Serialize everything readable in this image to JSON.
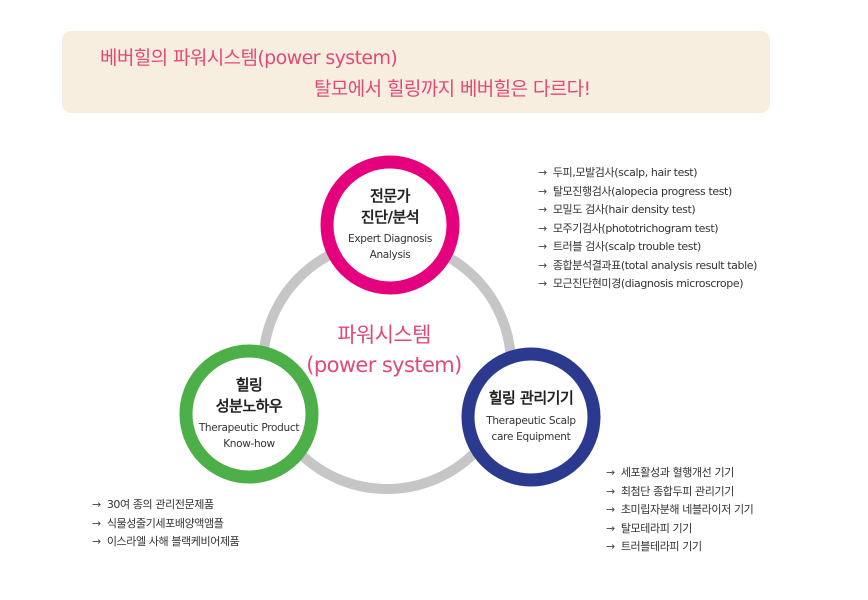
{
  "banner": {
    "line1": "베버힐의 파워시스템(power system)",
    "line2": "탈모에서 힐링까지 베버힐은 다르다!"
  },
  "colors": {
    "accent": "#e14a78",
    "banner_bg": "#f7eee0",
    "ring": "#c6c6c6",
    "expert": "#e5007e",
    "healing_product": "#4caf47",
    "healing_device": "#2b3a8e"
  },
  "center": {
    "line1": "파워시스템",
    "line2": "(power system)"
  },
  "nodes": {
    "expert": {
      "kr1": "전문가",
      "kr2": "진단/분석",
      "en1": "Expert Diagnosis",
      "en2": "Analysis"
    },
    "product": {
      "kr1": "힐링",
      "kr2": "성분노하우",
      "en1": "Therapeutic Product",
      "en2": "Know-how"
    },
    "device": {
      "kr1": "힐링 관리기기",
      "en1": "Therapeutic Scalp",
      "en2": "care Equipment"
    }
  },
  "lists": {
    "arrow_glyph": "→",
    "expert": [
      "두피,모발검사(scalp, hair test)",
      "탈모진행검사(alopecia progress test)",
      "모밀도 검사(hair density test)",
      "모주기검사(phototrichogram test)",
      "트러블 검사(scalp trouble test)",
      "종합분석결과표(total analysis result table)",
      "모근진단현미경(diagnosis microscrope)"
    ],
    "product": [
      "30여 종의 관리전문제품",
      "식물성줄기세포배양액앰플",
      "이스라엘 사해 블랙케비어제품"
    ],
    "device": [
      "세포활성과 혈행개선 기기",
      "최첨단 종합두피 관리기기",
      "초미립자분해 네블라이저 기기",
      "탈모테라피 기기",
      "트러블테라피 기기"
    ]
  }
}
